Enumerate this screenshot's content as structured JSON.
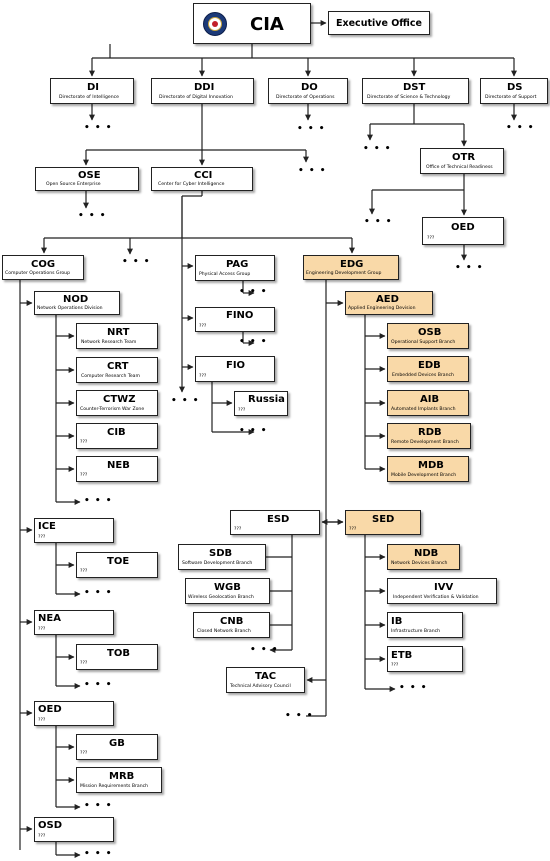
{
  "top": {
    "cia": "CIA",
    "executive_office": "Executive Office"
  },
  "directorates": {
    "di": {
      "abbr": "DI",
      "full": "Directorate of Intelligence"
    },
    "ddi": {
      "abbr": "DDI",
      "full": "Directorate of Digital Innovation"
    },
    "do": {
      "abbr": "DO",
      "full": "Directorate of Operations"
    },
    "dst": {
      "abbr": "DST",
      "full": "Directorate of Science & Technology"
    },
    "ds": {
      "abbr": "DS",
      "full": "Directorate of Support"
    }
  },
  "units": {
    "ose": {
      "abbr": "OSE",
      "full": "Open Source Enterprise"
    },
    "cci": {
      "abbr": "CCI",
      "full": "Center for Cyber Intelligence"
    },
    "otr": {
      "abbr": "OTR",
      "full": "Office of Technical Readiness"
    },
    "oed_top": {
      "abbr": "OED",
      "full": "???"
    },
    "cog": {
      "abbr": "COG",
      "full": "Computer Operations Group"
    },
    "nod": {
      "abbr": "NOD",
      "full": "Network Operations Division"
    },
    "nrt": {
      "abbr": "NRT",
      "full": "Network Research Team"
    },
    "crt": {
      "abbr": "CRT",
      "full": "Computer Research Team"
    },
    "ctwz": {
      "abbr": "CTWZ",
      "full": "Counter-Terrorism War Zone"
    },
    "cib": {
      "abbr": "CIB",
      "full": "???"
    },
    "neb": {
      "abbr": "NEB",
      "full": "???"
    },
    "ice": {
      "abbr": "ICE",
      "full": "???"
    },
    "toe": {
      "abbr": "TOE",
      "full": "???"
    },
    "nea": {
      "abbr": "NEA",
      "full": "???"
    },
    "tob": {
      "abbr": "TOB",
      "full": "???"
    },
    "oed": {
      "abbr": "OED",
      "full": "???"
    },
    "gb": {
      "abbr": "GB",
      "full": "???"
    },
    "mrb": {
      "abbr": "MRB",
      "full": "Mission Requirements Branch"
    },
    "osd": {
      "abbr": "OSD",
      "full": "???"
    },
    "pag": {
      "abbr": "PAG",
      "full": "Physical Access Group"
    },
    "fino": {
      "abbr": "FINO",
      "full": "???"
    },
    "fio": {
      "abbr": "FIO",
      "full": "???"
    },
    "russia": {
      "abbr": "Russia",
      "full": "???"
    },
    "edg": {
      "abbr": "EDG",
      "full": "Engineering Development Group"
    },
    "aed": {
      "abbr": "AED",
      "full": "Applied Engineering Devision"
    },
    "osb": {
      "abbr": "OSB",
      "full": "Operational Support Branch"
    },
    "edb": {
      "abbr": "EDB",
      "full": "Embedded Devices Branch"
    },
    "aib": {
      "abbr": "AIB",
      "full": "Automated Implants Branch"
    },
    "rdb": {
      "abbr": "RDB",
      "full": "Remote Development Branch"
    },
    "mdb": {
      "abbr": "MDB",
      "full": "Mobile Development Branch"
    },
    "esd": {
      "abbr": "ESD",
      "full": "???"
    },
    "sdb": {
      "abbr": "SDB",
      "full": "Software Development Branch"
    },
    "wgb": {
      "abbr": "WGB",
      "full": "Wireless Geolocation Branch"
    },
    "cnb": {
      "abbr": "CNB",
      "full": "Closed Network Branch"
    },
    "tac": {
      "abbr": "TAC",
      "full": "Technical Advisory Council"
    },
    "sed": {
      "abbr": "SED",
      "full": "???"
    },
    "ndb": {
      "abbr": "NDB",
      "full": "Network Devices Branch"
    },
    "ivv": {
      "abbr": "IVV",
      "full": "Independent Verification & Validation"
    },
    "ib": {
      "abbr": "IB",
      "full": "Infrastructure Branch"
    },
    "etb": {
      "abbr": "ETB",
      "full": "???"
    }
  },
  "ellipsis": "• • •",
  "colors": {
    "highlight": "#f9d9a8",
    "border": "#222222",
    "line": "#222222",
    "seal": "#1c3a78"
  },
  "icons": {
    "cia_seal": "cia-seal-icon"
  }
}
